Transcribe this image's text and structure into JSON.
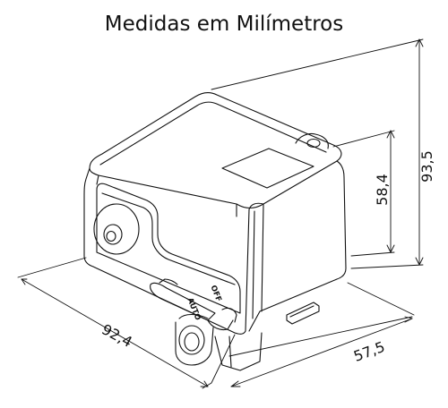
{
  "title": "Medidas em Milímetros",
  "dimensions": {
    "total_height": "93,5",
    "body_height": "58,4",
    "length": "92,4",
    "width": "57,5"
  },
  "switch_labels": {
    "auto": "AUTO",
    "off": "OFF"
  }
}
